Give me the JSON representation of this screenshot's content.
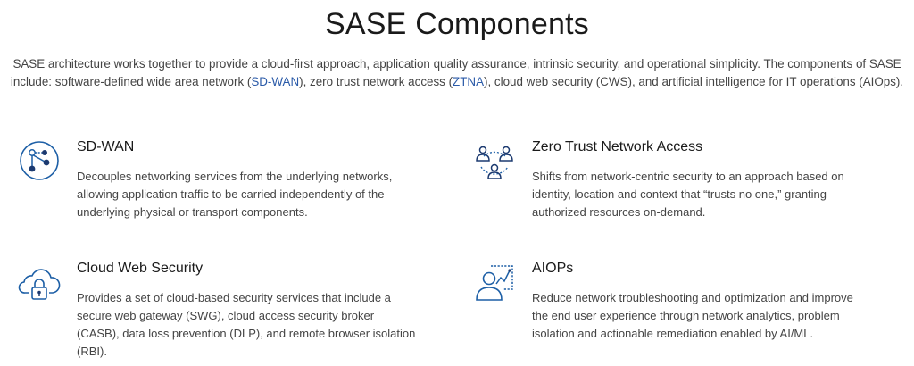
{
  "header": {
    "title": "SASE Components"
  },
  "intro": {
    "part1": "SASE architecture works together to provide a cloud-first approach, application quality assurance, intrinsic security, and operational simplicity. The components of SASE include: software-defined wide area network (",
    "link_sdwan": "SD-WAN",
    "part2": "), zero trust network access (",
    "link_ztna": "ZTNA",
    "part3": "), cloud web security (CWS), and artificial intelligence for IT operations (AIOps)."
  },
  "cards": [
    {
      "icon": "network-nodes-icon",
      "title": "SD-WAN",
      "description": "Decouples networking services from the underlying networks, allowing application traffic to be carried independently of the underlying physical or transport components."
    },
    {
      "icon": "people-network-icon",
      "title": "Zero Trust Network Access",
      "description": "Shifts from network-centric security to an approach based on identity, location and context that “trusts no one,” granting authorized resources on-demand."
    },
    {
      "icon": "cloud-lock-icon",
      "title": "Cloud Web Security",
      "description": "Provides a set of cloud-based security services that include a secure web gateway (SWG), cloud access security broker (CASB), data loss prevention (DLP), and remote browser isolation (RBI)."
    },
    {
      "icon": "user-analytics-icon",
      "title": "AIOPs",
      "description": "Reduce network troubleshooting and optimization and improve the end user experience through network analytics, problem isolation and actionable remediation enabled by AI/ML."
    }
  ],
  "colors": {
    "icon_blue": "#1d5fa6",
    "icon_dark": "#1c3a70",
    "link": "#2a5aa8"
  }
}
